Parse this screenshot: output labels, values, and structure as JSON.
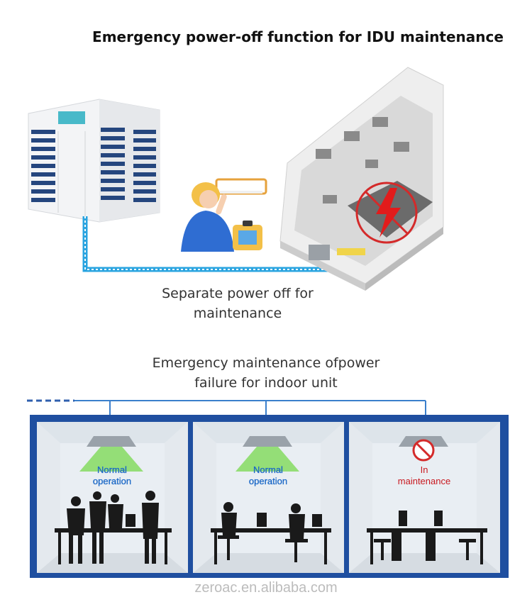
{
  "title": "Emergency power-off function for IDU maintenance",
  "top_caption": {
    "line1": "Separate power off for",
    "line2": "maintenance"
  },
  "bottom_caption": {
    "line1": "Emergency maintenance ofpower",
    "line2": "failure for indoor unit"
  },
  "rooms": [
    {
      "status_line1": "Normal",
      "status_line2": "operation",
      "state": "normal"
    },
    {
      "status_line1": "Normal",
      "status_line2": "operation",
      "state": "normal"
    },
    {
      "status_line1": "In",
      "status_line2": "maintenance",
      "state": "maintenance"
    }
  ],
  "watermark": "zeroac.en.alibaba.com",
  "colors": {
    "wire": "#2aa4e0",
    "frame": "#1f4fa0",
    "airflow": "#7ed957",
    "alert": "#d42a2a"
  }
}
